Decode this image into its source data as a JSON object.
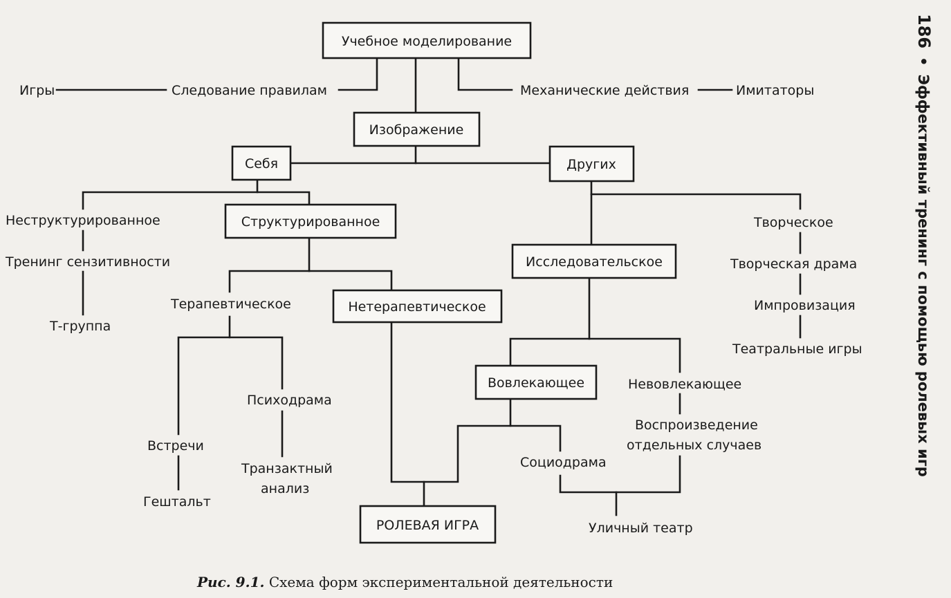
{
  "header": {
    "page_number": "186",
    "separator": "•",
    "running_title": "Эффективный тренинг с помощью ролевых игр"
  },
  "caption": {
    "number": "Рис. 9.1.",
    "text": "Схема форм экспериментальной деятельности"
  },
  "nodes": {
    "uchebnoe": "Учебное моделирование",
    "igry": "Игры",
    "sledovanie": "Следование правилам",
    "mehanicheskie": "Механические действия",
    "imitatory": "Имитаторы",
    "izobrazhenie": "Изображение",
    "sebya": "Себя",
    "drugih": "Других",
    "nestrukt": "Неструктурированное",
    "trening_sens": "Тренинг сензитивности",
    "t_gruppa": "Т-группа",
    "strukt": "Структурированное",
    "terapevt": "Терапевтическое",
    "neterapevt": "Нетерапевтическое",
    "psihodrama": "Психодрама",
    "vstrechi": "Встречи",
    "tranzaktny_1": "Транзактный",
    "tranzaktny_2": "анализ",
    "geshtalt": "Гештальт",
    "rolevaya": "РОЛЕВАЯ ИГРА",
    "issled": "Исследовательское",
    "tvorcheskoe": "Творческое",
    "tv_drama": "Творческая драма",
    "improvizaciya": "Импровизация",
    "teatr_igry": "Театральные игры",
    "vovlekayuschee": "Вовлекающее",
    "nevovlek": "Невовлекающее",
    "vosproizv_1": "Воспроизведение",
    "vosproizv_2": "отдельных случаев",
    "sociodrama": "Социодрама",
    "ulichny": "Уличный театр"
  }
}
